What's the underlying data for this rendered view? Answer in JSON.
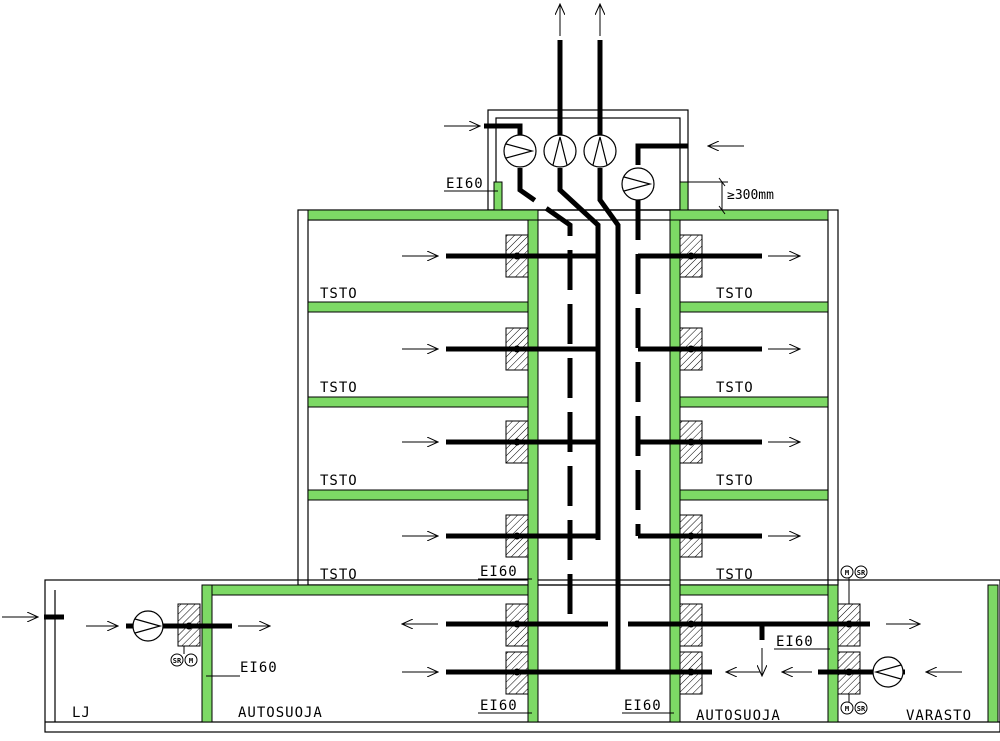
{
  "labels": {
    "room": "TSTO",
    "garage": "AUTOSUOJA",
    "lj": "LJ",
    "storage": "VARASTO",
    "fire_class": "EI60",
    "clearance": "≥300mm",
    "motor": "M",
    "smoke_relay": "SR"
  },
  "colors": {
    "fire_wall": "#7dd965",
    "duct": "#000000",
    "outline": "#000000"
  },
  "icons": {
    "fan": "fan-icon",
    "damper": "fire-damper-icon",
    "airflow": "arrow-icon"
  }
}
